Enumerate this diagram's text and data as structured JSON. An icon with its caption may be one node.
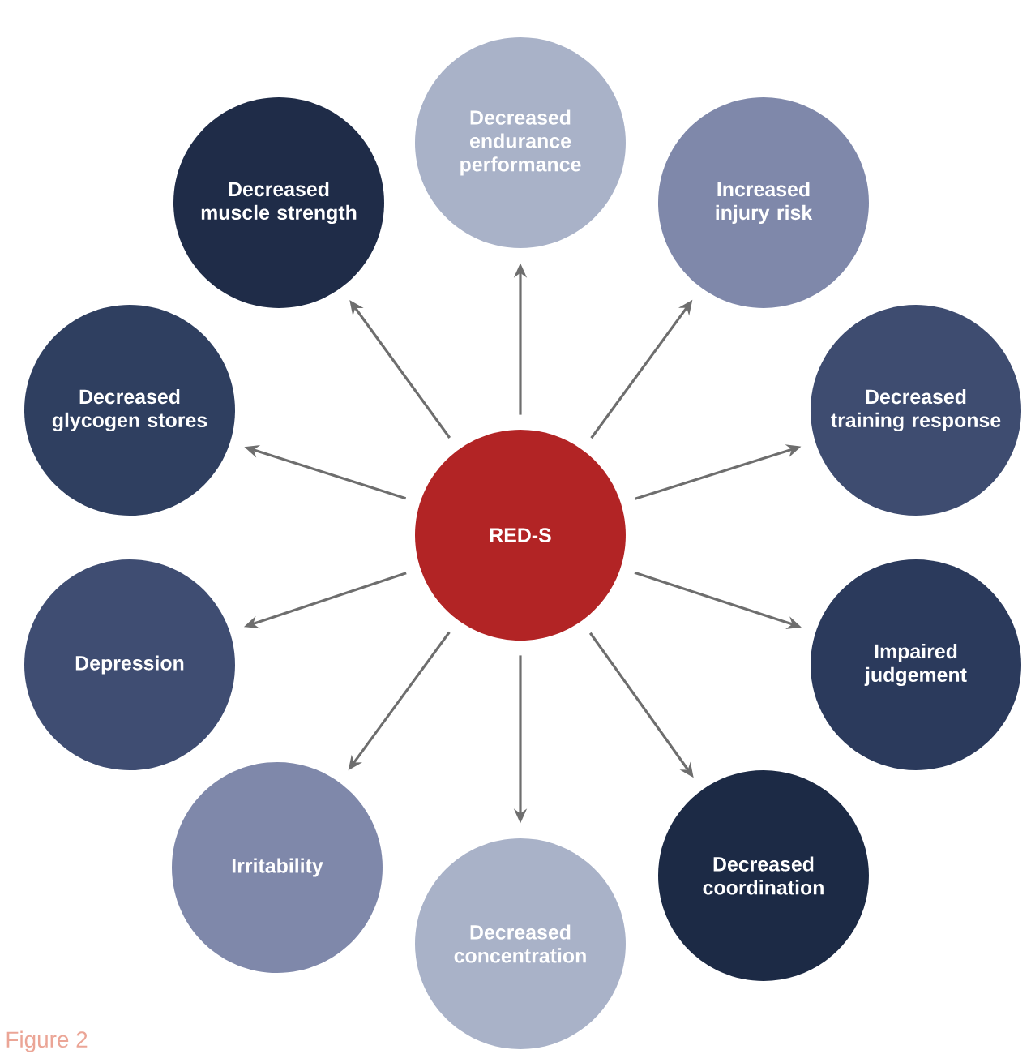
{
  "diagram": {
    "caption": "Figure 2",
    "nodes": [
      {
        "text": [
          "RED-S"
        ]
      },
      {
        "text": [
          "Decreased muscle strength"
        ]
      },
      {
        "text": [
          "Decreased endurance performance"
        ]
      },
      {
        "text": [
          "Increased injury risk"
        ]
      },
      {
        "text": [
          "Decreased glycogen stores"
        ]
      },
      {
        "text": [
          "Decreased training response"
        ]
      },
      {
        "text": [
          "Depression"
        ]
      },
      {
        "text": [
          "Impaired judgement"
        ]
      },
      {
        "text": [
          "Irritability"
        ]
      },
      {
        "text": [
          "Decreased coordination"
        ]
      },
      {
        "text": [
          "Decreased concentration"
        ]
      }
    ],
    "edges": [
      {
        "from": 0,
        "to": 1,
        "arrow": "to"
      },
      {
        "from": 0,
        "to": 2,
        "arrow": "to"
      },
      {
        "from": 0,
        "to": 3,
        "arrow": "to"
      },
      {
        "from": 0,
        "to": 4,
        "arrow": "to"
      },
      {
        "from": 0,
        "to": 5,
        "arrow": "to"
      },
      {
        "from": 0,
        "to": 6,
        "arrow": "to"
      },
      {
        "from": 0,
        "to": 7,
        "arrow": "to"
      },
      {
        "from": 0,
        "to": 8,
        "arrow": "to"
      },
      {
        "from": 0,
        "to": 9,
        "arrow": "to"
      },
      {
        "from": 0,
        "to": 10,
        "arrow": "to"
      }
    ]
  }
}
